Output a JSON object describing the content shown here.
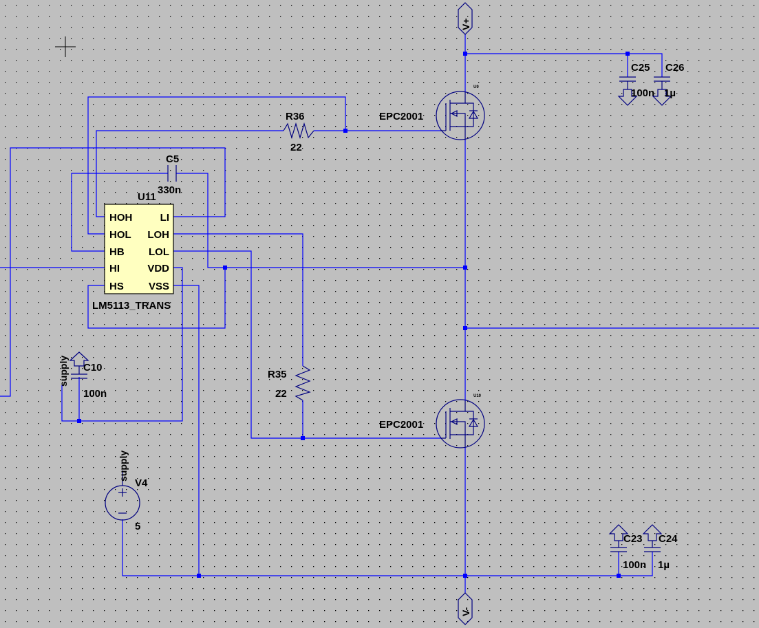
{
  "colors": {
    "background": "#bfbfbf",
    "wire": "#0000ff",
    "component": "#000080",
    "ic_fill": "#ffffc0",
    "grid_dot": "#000000"
  },
  "ports": {
    "vplus": "V+",
    "vminus": "V-",
    "supply_c10": "supply",
    "supply_v4": "supply"
  },
  "u11": {
    "ref": "U11",
    "model": "LM5113_TRANS",
    "pins_left": [
      "HOH",
      "HOL",
      "HB",
      "HI",
      "HS"
    ],
    "pins_right": [
      "LI",
      "LOH",
      "LOL",
      "VDD",
      "VSS"
    ]
  },
  "c5": {
    "ref": "C5",
    "value": "330n"
  },
  "r36": {
    "ref": "R36",
    "value": "22"
  },
  "r35": {
    "ref": "R35",
    "value": "22"
  },
  "c10": {
    "ref": "C10",
    "value": "100n"
  },
  "v4": {
    "ref": "V4",
    "value": "5"
  },
  "u9": {
    "ref": "U9",
    "model": "EPC2001"
  },
  "u10": {
    "ref": "U10",
    "model": "EPC2001"
  },
  "c25": {
    "ref": "C25",
    "value": "100n"
  },
  "c26": {
    "ref": "C26",
    "value": "1µ"
  },
  "c23": {
    "ref": "C23",
    "value": "100n"
  },
  "c24": {
    "ref": "C24",
    "value": "1µ"
  }
}
